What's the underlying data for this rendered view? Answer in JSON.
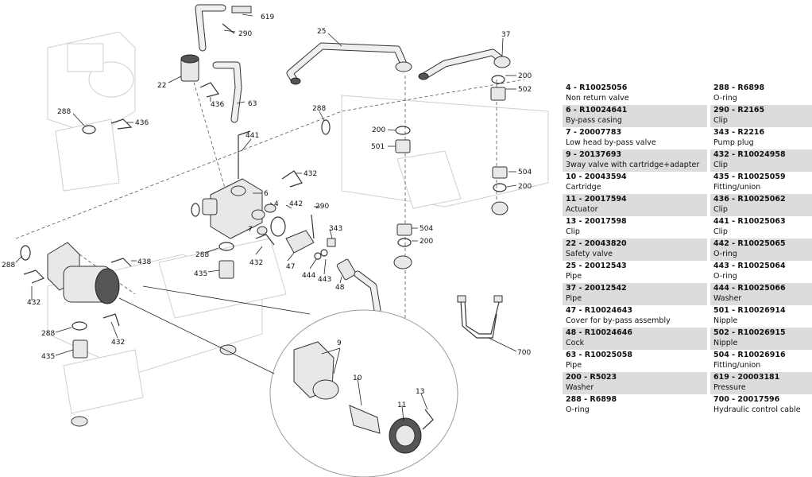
{
  "callouts": {
    "c619": "619",
    "c290a": "290",
    "c25": "25",
    "c37": "37",
    "c22": "22",
    "c200a": "200",
    "c502": "502",
    "c436a": "436",
    "c63": "63",
    "c288a": "288",
    "c436b": "436",
    "c288b": "288",
    "c441": "441",
    "c200b": "200",
    "c501": "501",
    "c432a": "432",
    "c504a": "504",
    "c200c": "200",
    "c6": "6",
    "c442": "442",
    "c4": "4",
    "c290b": "290",
    "c7": "7",
    "c343": "343",
    "c504b": "504",
    "c200d": "200",
    "c288c": "288",
    "c438": "438",
    "c288d": "288",
    "c432b": "432",
    "c47": "47",
    "c444": "444",
    "c443": "443",
    "c48": "48",
    "c432c": "432",
    "c435a": "435",
    "c288e": "288",
    "c432d": "432",
    "c435b": "435",
    "c9": "9",
    "c10": "10",
    "c13": "13",
    "c11": "11",
    "c700": "700"
  },
  "parts_left": [
    {
      "code": "4   - R10025056",
      "desc": "Non return valve",
      "shaded": false
    },
    {
      "code": "6   - R10024641",
      "desc": "By-pass casing",
      "shaded": true
    },
    {
      "code": "7   - 20007783",
      "desc": "Low head by-pass valve",
      "shaded": false
    },
    {
      "code": "9   - 20137693",
      "desc": "3way valve with cartridge+adapter",
      "shaded": true
    },
    {
      "code": "10   - 20043594",
      "desc": "Cartridge",
      "shaded": false
    },
    {
      "code": "11   - 20017594",
      "desc": "Actuator",
      "shaded": true
    },
    {
      "code": "13   - 20017598",
      "desc": "Clip",
      "shaded": false
    },
    {
      "code": "22   - 20043820",
      "desc": "Safety valve",
      "shaded": true
    },
    {
      "code": "25   - 20012543",
      "desc": "Pipe",
      "shaded": false
    },
    {
      "code": "37   - 20012542",
      "desc": "Pipe",
      "shaded": true
    },
    {
      "code": "47   - R10024643",
      "desc": "Cover for by-pass assembly",
      "shaded": false
    },
    {
      "code": "48   - R10024646",
      "desc": "Cock",
      "shaded": true
    },
    {
      "code": "63   - R10025058",
      "desc": "Pipe",
      "shaded": false
    },
    {
      "code": "200   - R5023",
      "desc": "Washer",
      "shaded": true
    },
    {
      "code": "288   - R6898",
      "desc": "O-ring",
      "shaded": false
    }
  ],
  "parts_right": [
    {
      "code": "288   - R6898",
      "desc": "O-ring",
      "shaded": false
    },
    {
      "code": "290   - R2165",
      "desc": "Clip",
      "shaded": true
    },
    {
      "code": "343   - R2216",
      "desc": "Pump plug",
      "shaded": false
    },
    {
      "code": "432   - R10024958",
      "desc": "Clip",
      "shaded": true
    },
    {
      "code": "435   - R10025059",
      "desc": "Fitting/union",
      "shaded": false
    },
    {
      "code": "436   - R10025062",
      "desc": "Clip",
      "shaded": true
    },
    {
      "code": "441   - R10025063",
      "desc": "Clip",
      "shaded": false
    },
    {
      "code": "442   - R10025065",
      "desc": "O-ring",
      "shaded": true
    },
    {
      "code": "443   - R10025064",
      "desc": "O-ring",
      "shaded": false
    },
    {
      "code": "444   - R10025066",
      "desc": "Washer",
      "shaded": true
    },
    {
      "code": "501   - R10026914",
      "desc": "Nipple",
      "shaded": false
    },
    {
      "code": "502   - R10026915",
      "desc": "Nipple",
      "shaded": true
    },
    {
      "code": "504   - R10026916",
      "desc": "Fitting/union",
      "shaded": false
    },
    {
      "code": "619   - 20003181",
      "desc": "Pressure",
      "shaded": true
    },
    {
      "code": "700   - 20017596",
      "desc": "Hydraulic control cable",
      "shaded": false
    }
  ]
}
